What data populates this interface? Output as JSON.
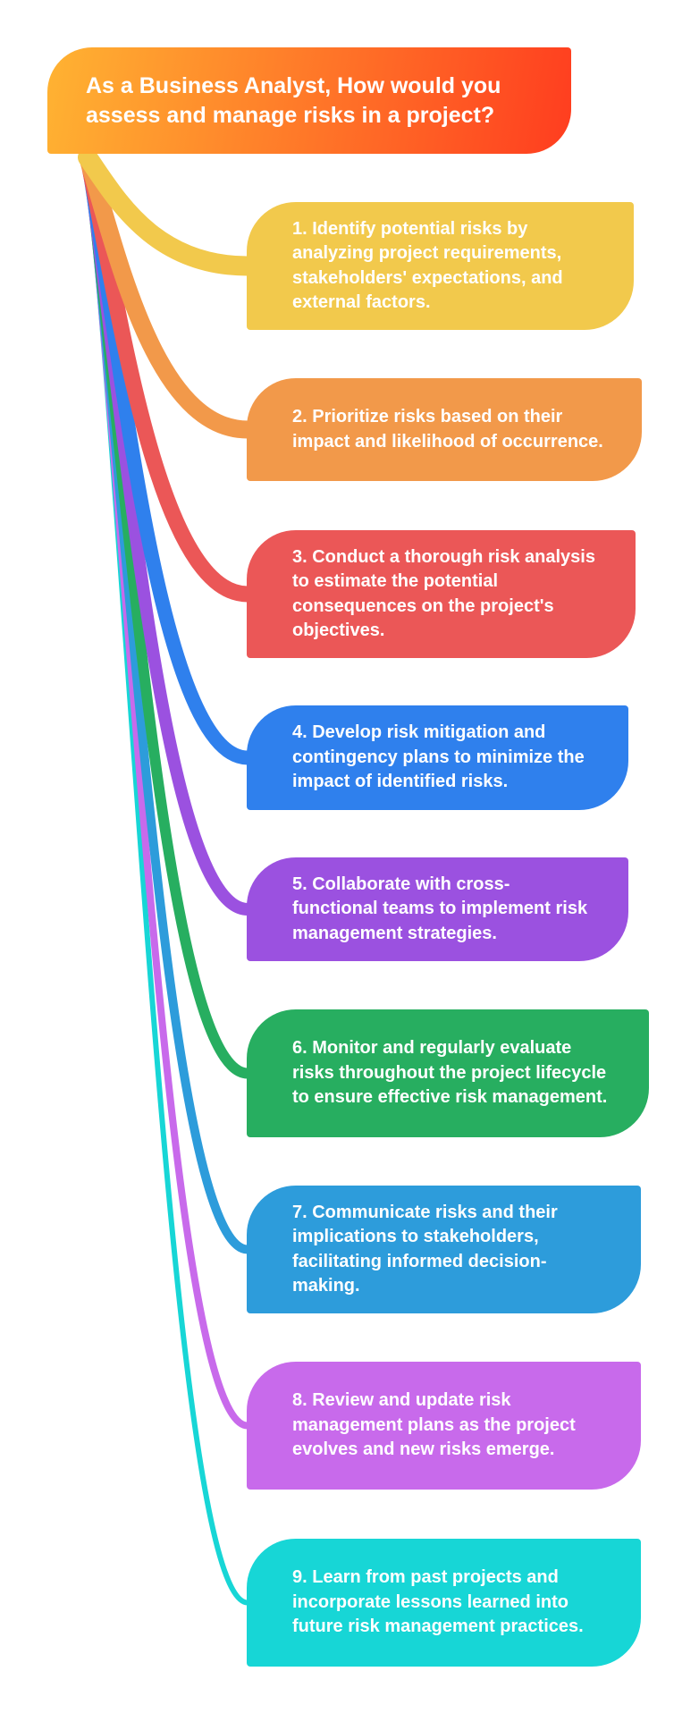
{
  "title": "As a Business Analyst, How would you assess and manage risks in a project?",
  "title_gradient": [
    "#FFB332",
    "#FF3D1F"
  ],
  "nodes": [
    {
      "text": "1. Identify potential risks by analyzing project requirements, stakeholders' expectations, and external factors.",
      "color": "#F2C94C"
    },
    {
      "text": "2. Prioritize risks based on their impact and likelihood of occurrence.",
      "color": "#F2994A"
    },
    {
      "text": "3. Conduct a thorough risk analysis to estimate the potential consequences on the project's objectives.",
      "color": "#EB5757"
    },
    {
      "text": "4. Develop risk mitigation and contingency plans to minimize the impact of identified risks.",
      "color": "#2F80ED"
    },
    {
      "text": "5. Collaborate with cross-functional teams to implement risk management strategies.",
      "color": "#9B51E0"
    },
    {
      "text": "6. Monitor and regularly evaluate risks throughout the project lifecycle to ensure effective risk management.",
      "color": "#27AE60"
    },
    {
      "text": "7. Communicate risks and their implications to stakeholders, facilitating informed decision-making.",
      "color": "#2D9CDB"
    },
    {
      "text": "8. Review and update risk management plans as the project evolves and new risks emerge.",
      "color": "#C86AEB"
    },
    {
      "text": "9. Learn from past projects and incorporate lessons learned into future risk management practices.",
      "color": "#17D6D6"
    }
  ]
}
